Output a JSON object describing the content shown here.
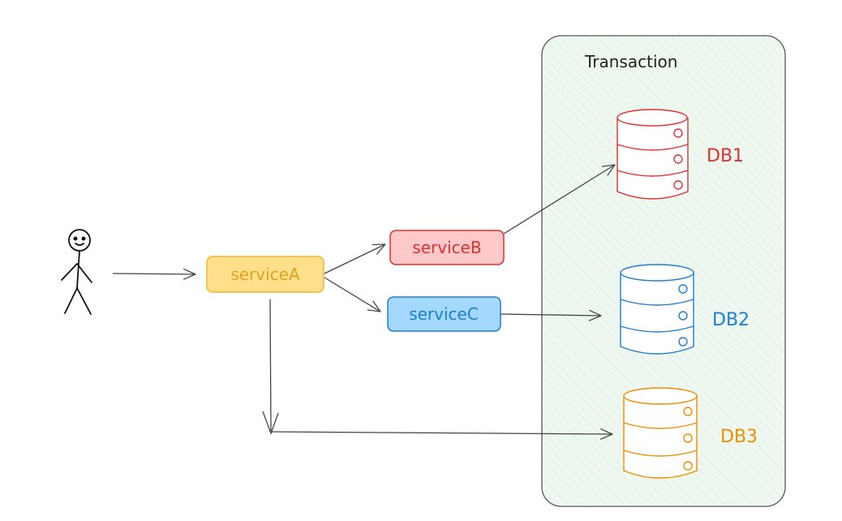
{
  "diagram": {
    "group": {
      "label": "Transaction",
      "stroke": "#555555",
      "fill": "#ecf7ee",
      "hatch": "#cfe9d4"
    },
    "actor": {
      "icon": "stick-figure-icon"
    },
    "services": [
      {
        "id": "serviceA",
        "label": "serviceA",
        "fill": "#ffe08a",
        "stroke": "#f2b632",
        "text": "#e0a21b"
      },
      {
        "id": "serviceB",
        "label": "serviceB",
        "fill": "#ffc9c9",
        "stroke": "#e03131",
        "text": "#e03131"
      },
      {
        "id": "serviceC",
        "label": "serviceC",
        "fill": "#a5d8ff",
        "stroke": "#1c7ed6",
        "text": "#1c7ed6"
      }
    ],
    "databases": [
      {
        "id": "DB1",
        "label": "DB1",
        "color": "#e03131"
      },
      {
        "id": "DB2",
        "label": "DB2",
        "color": "#1c7ed6"
      },
      {
        "id": "DB3",
        "label": "DB3",
        "color": "#f08c00"
      }
    ],
    "edges": [
      {
        "from": "actor",
        "to": "serviceA"
      },
      {
        "from": "serviceA",
        "to": "serviceB"
      },
      {
        "from": "serviceA",
        "to": "serviceC"
      },
      {
        "from": "serviceB",
        "to": "DB1"
      },
      {
        "from": "serviceC",
        "to": "DB2"
      },
      {
        "from": "serviceA",
        "to": "DB3"
      }
    ],
    "edge_color": "#444444"
  }
}
